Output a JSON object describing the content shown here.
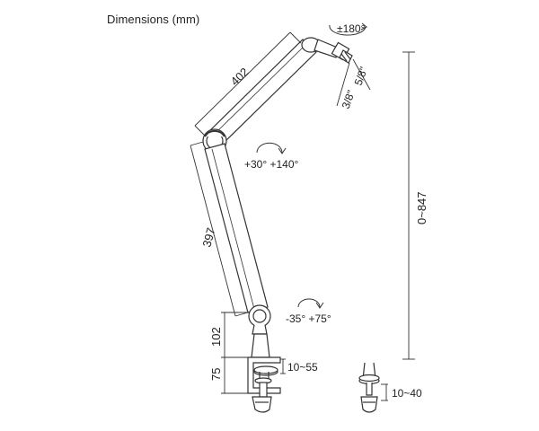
{
  "title": "Dimensions (mm)",
  "dimensions": {
    "upper_arm_length": "402",
    "lower_arm_length": "397",
    "base_height": "102",
    "clamp_height": "75",
    "clamp_range": "10~55",
    "grommet_range": "10~40",
    "overall_height": "0~847"
  },
  "threads": {
    "small": "3/8\"",
    "large": "5/8\""
  },
  "rotations": {
    "mount": "±180°",
    "elbow": "+30° +140°",
    "base": "-35° +75°"
  },
  "icons": [
    "rotation-arrow-icon"
  ]
}
